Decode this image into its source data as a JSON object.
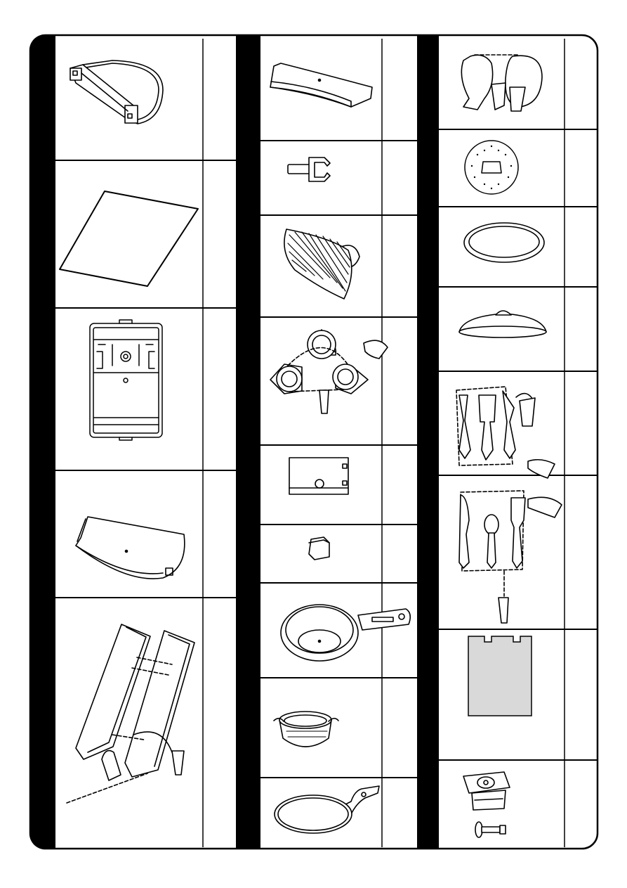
{
  "page": {
    "kind": "parts-list-sheet",
    "columns": 3,
    "background_color": "#ffffff",
    "frame_color": "#000000",
    "grey_panel_color": "#d9d9d9"
  },
  "parts": {
    "column_1": [
      {
        "id": "c1-1",
        "icon": "half-round-oven-rack-icon"
      },
      {
        "id": "c1-2",
        "icon": "flat-sheet-icon"
      },
      {
        "id": "c1-3",
        "icon": "back-panel-icon"
      },
      {
        "id": "c1-4",
        "icon": "half-round-shelf-icon"
      },
      {
        "id": "c1-5",
        "icon": "side-panels-assembly-icon"
      }
    ],
    "column_2": [
      {
        "id": "c2-1",
        "icon": "curved-bar-icon"
      },
      {
        "id": "c2-2",
        "icon": "connector-clip-icon"
      },
      {
        "id": "c2-3",
        "icon": "grill-plate-icon"
      },
      {
        "id": "c2-4",
        "icon": "three-burner-rings-icon"
      },
      {
        "id": "c2-5",
        "icon": "rectangular-panel-icon"
      },
      {
        "id": "c2-6",
        "icon": "small-cube-icon"
      },
      {
        "id": "c2-7",
        "icon": "frying-pan-icon"
      },
      {
        "id": "c2-8",
        "icon": "steamer-basket-icon"
      },
      {
        "id": "c2-9",
        "icon": "crepe-pan-icon"
      }
    ],
    "column_3": [
      {
        "id": "c3-1",
        "icon": "food-sticker-sheet-icon"
      },
      {
        "id": "c3-2",
        "icon": "perforated-disc-icon"
      },
      {
        "id": "c3-3",
        "icon": "oval-plate-icon"
      },
      {
        "id": "c3-4",
        "icon": "pot-lid-icon"
      },
      {
        "id": "c3-5",
        "icon": "utensil-sprue-set-1-icon"
      },
      {
        "id": "c3-6",
        "icon": "utensil-sprue-set-2-icon"
      },
      {
        "id": "c3-7",
        "icon": "grey-card-icon"
      },
      {
        "id": "c3-8",
        "icon": "knob-and-screw-icon"
      }
    ]
  }
}
